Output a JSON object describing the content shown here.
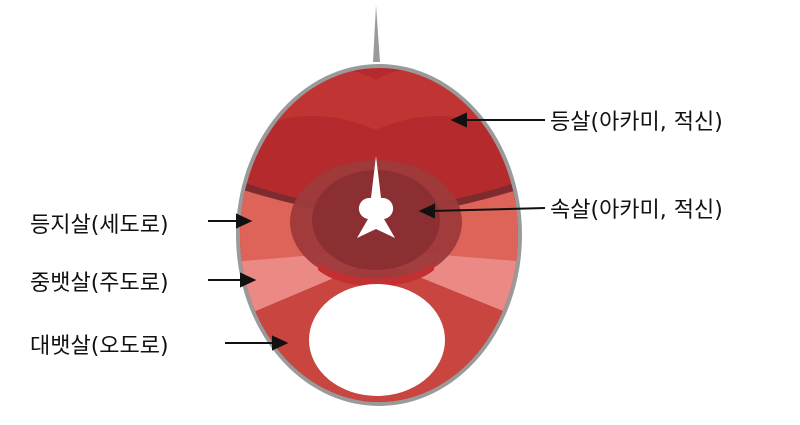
{
  "labels": {
    "back_muscle": "등살(아카미, 적신)",
    "inner_flesh": "속살(아카미, 적신)",
    "upper_belly": "등지살(세도로)",
    "middle_belly": "중뱃살(주도로)",
    "lower_belly": "대뱃살(오도로)"
  },
  "colors": {
    "skin": "#9a9a9a",
    "akami": "#b42a2d",
    "akami_light": "#cb4b45",
    "core_dark": "#8f2f33",
    "chutoro": "#e27168",
    "otoro": "#eb8a84",
    "bone": "#ffffff"
  }
}
